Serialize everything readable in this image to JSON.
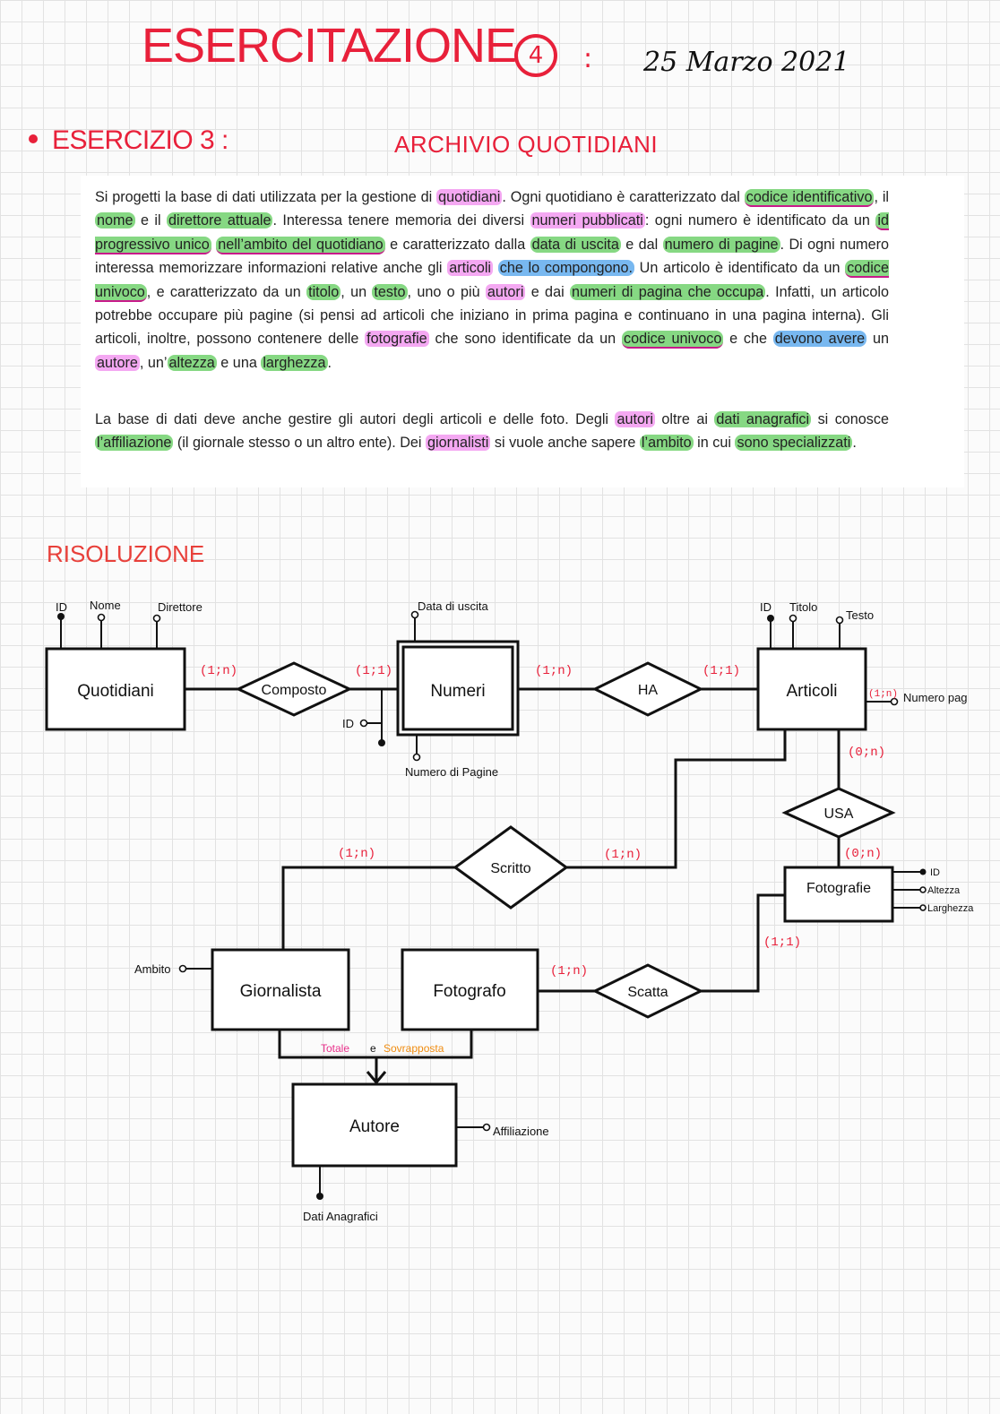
{
  "header": {
    "title": "Esercitazione",
    "number": "4",
    "colon": ":",
    "date": "25 Marzo 2021"
  },
  "exercise": {
    "bullet": "•",
    "label": "Esercizio 3 :",
    "title": "Archivio Quotidiani"
  },
  "paragraph1": {
    "s01": "Si progetti la base di dati utilizzata per la gestione di ",
    "h01": "quotidiani",
    "s02": ". Ogni quotidiano è caratterizzato dal ",
    "h02": "codice identificativo",
    "s03": ", il ",
    "h03": "nome",
    "s04": " e il ",
    "h04": "direttore attuale",
    "s05": ". Interessa tenere memoria dei diversi ",
    "h05": "numeri pubblicati",
    "s06": ": ogni numero è identificato da un ",
    "h06": "id progressivo unico",
    "s07": " ",
    "h07": "nell’ambito del quotidiano",
    "s08": " e caratterizzato dalla ",
    "h08": "data di uscita",
    "s09": " e dal ",
    "h09": "numero di pagine",
    "s10": ". Di ogni numero interessa memorizzare informazioni relative anche gli ",
    "h10": "articoli",
    "s11": " ",
    "h11": "che lo compongono.",
    "s12": " Un articolo è identificato da un ",
    "h12": "codice univoco",
    "s13": ", e caratterizzato da un ",
    "h13": "titolo",
    "s14": ", un ",
    "h14": "testo",
    "s15": ", uno o più ",
    "h15": "autori",
    "s16": " e dai ",
    "h16": "numeri di pagina che occupa",
    "s17": ". Infatti, un articolo potrebbe occupare più pagine (si pensi ad articoli che iniziano in prima pagina e continuano in una pagina interna). Gli articoli, inoltre, possono contenere delle ",
    "h17": "fotografie",
    "s18": " che sono identificate da un ",
    "h18": "codice univoco",
    "s19": " e che ",
    "h19": "devono avere",
    "s20": " un ",
    "h20": "autore",
    "s21": ", un’",
    "h21": "altezza",
    "s22": " e una ",
    "h22": "larghezza",
    "s23": "."
  },
  "paragraph2": {
    "s01": "La base di dati deve anche gestire gli autori degli articoli e delle foto. Degli ",
    "h01": "autori",
    "s02": " oltre ai ",
    "h02": "dati anagrafici",
    "s03": " si conosce ",
    "h03": "l’affiliazione",
    "s04": " (il giornale stesso o un altro ente). Dei ",
    "h04": "giornalisti",
    "s05": " si vuole anche sapere ",
    "h05": "l’ambito",
    "s06": " in cui ",
    "h06": "sono specializzati",
    "s07": "."
  },
  "solution_label": "Risoluzione",
  "er": {
    "entities": {
      "quotidiani": "Quotidiani",
      "numeri": "Numeri",
      "articoli": "Articoli",
      "fotografie": "Fotografie",
      "giornalista": "Giornalista",
      "fotografo": "Fotografo",
      "autore": "Autore"
    },
    "relations": {
      "composto": "Composto",
      "ha": "HA",
      "usa": "USA",
      "scritto": "Scritto",
      "scatta": "Scatta"
    },
    "attributes": {
      "q_id": "ID",
      "q_nome": "Nome",
      "q_direttore": "Direttore",
      "n_data": "Data di uscita",
      "n_id": "ID",
      "n_pagine": "Numero di Pagine",
      "a_id": "ID",
      "a_titolo": "Titolo",
      "a_testo": "Testo",
      "a_numpag": "Numero pag",
      "a_numpag_card": "(1;n)",
      "f_id": "ID",
      "f_altezza": "Altezza",
      "f_larghezza": "Larghezza",
      "g_ambito": "Ambito",
      "au_affiliazione": "Affiliazione",
      "au_dati": "Dati Anagrafici"
    },
    "cardinalities": {
      "q_composto": "(1;n)",
      "composto_numeri": "(1;1)",
      "numeri_ha": "(1;n)",
      "ha_articoli": "(1;1)",
      "articoli_usa": "(0;n)",
      "usa_fotografie": "(0;n)",
      "scritto_giornalista": "(1;n)",
      "scritto_articoli": "(1;n)",
      "fotografo_scatta": "(1;n)",
      "scatta_fotografie": "(1;1)"
    },
    "generalization": {
      "totale": "Totale",
      "e": "e",
      "sovrapposta": "Sovrapposta"
    }
  }
}
